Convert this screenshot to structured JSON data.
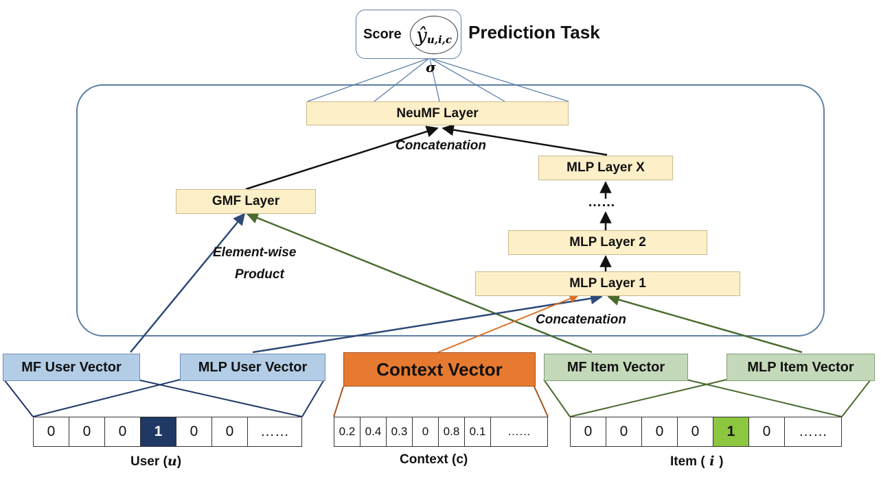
{
  "prediction": {
    "score_label": "Score",
    "y_symbol": "ŷ",
    "y_subscript": "u,i,c",
    "task_label": "Prediction Task",
    "sigma": "σ"
  },
  "layers": {
    "neumf": "NeuMF Layer",
    "gmf": "GMF Layer",
    "mlp_x": "MLP Layer X",
    "dots": "……",
    "mlp_2": "MLP Layer 2",
    "mlp_1": "MLP Layer 1"
  },
  "annotations": {
    "concat_top": "Concatenation",
    "concat_bottom": "Concatenation",
    "element_wise_1": "Element-wise",
    "element_wise_2": "Product"
  },
  "vectors": {
    "mf_user": "MF User Vector",
    "mlp_user": "MLP User Vector",
    "context": "Context Vector",
    "mf_item": "MF Item Vector",
    "mlp_item": "MLP Item Vector"
  },
  "inputs": {
    "user": {
      "cells": [
        "0",
        "0",
        "0",
        "1",
        "0",
        "0",
        "……"
      ],
      "label_text": "User (",
      "label_var": "u",
      "label_close": ")"
    },
    "context": {
      "cells": [
        "0.2",
        "0.4",
        "0.3",
        "0",
        "0.8",
        "0.1",
        "……"
      ],
      "label": "Context (c)"
    },
    "item": {
      "cells": [
        "0",
        "0",
        "0",
        "0",
        "1",
        "0",
        "……"
      ],
      "label_text": "Item (",
      "label_var": " i ",
      "label_close": ")"
    }
  },
  "colors": {
    "layer_fill": "#fdefc8",
    "user_blue": "#b3cde6",
    "item_green": "#c4d9b9",
    "context_orange": "#e67a30",
    "user_highlight": "#1f3864",
    "item_highlight": "#8dc63f",
    "panel_border": "#5b7fa6",
    "arrow_blue": "#2e4a78",
    "arrow_green": "#4a6b2e",
    "arrow_orange": "#d9702a"
  }
}
